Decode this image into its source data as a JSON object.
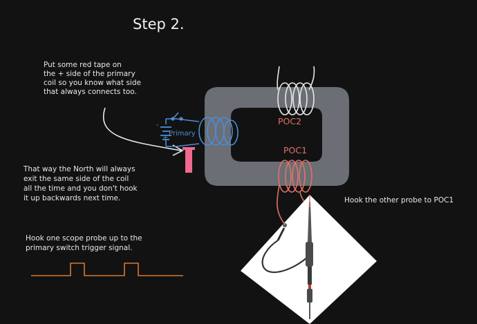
{
  "title": "Step 2.",
  "note_red_tape": [
    "Put some red tape on",
    "the + side of the primary",
    "coil so you know what side",
    "that always connects too."
  ],
  "note_north": [
    "That way the North will always",
    "exit the same side of the coil",
    "all the time and you don't hook",
    "it up backwards next time."
  ],
  "note_scope": [
    "Hook one scope probe up to the",
    "primary switch trigger signal."
  ],
  "note_poc1": "Hook the other probe to POC1",
  "labels": {
    "primary": "Primary",
    "minus": "-",
    "plus": "+",
    "poc2": "POC2",
    "poc1": "POC1"
  },
  "colors": {
    "background": "#121212",
    "text": "#e8e8e8",
    "core": "#6b6e74",
    "window": "#0e0e0e",
    "primary_coil": "#4a8fd6",
    "poc_coil": "#e27268",
    "poc2_coil": "#e8e8e8",
    "tape": "#f06a8d",
    "waveform": "#d9782e"
  },
  "icons": [
    "switch-icon",
    "battery-icon",
    "oscilloscope-probe-icon"
  ]
}
